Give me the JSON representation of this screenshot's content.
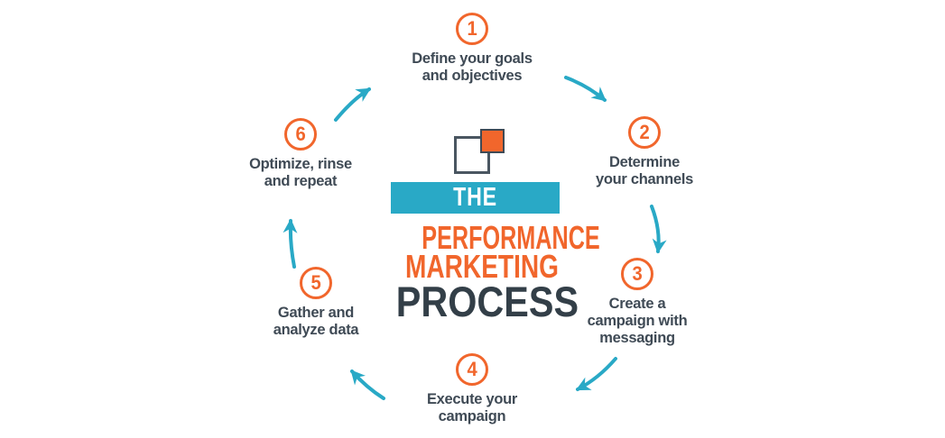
{
  "diagram": {
    "type": "cycle-diagram",
    "subject": "performance marketing process",
    "step_count": 6
  },
  "title": {
    "banner": "THE",
    "line1": "PERFORMANCE",
    "line2": "MARKETING",
    "line3": "PROCESS"
  },
  "logo": {
    "icon": "overlapping-squares-logo"
  },
  "steps": [
    {
      "number": "1",
      "label": "Define your goals\nand objectives"
    },
    {
      "number": "2",
      "label": "Determine\nyour channels"
    },
    {
      "number": "3",
      "label": "Create a\ncampaign with\nmessaging"
    },
    {
      "number": "4",
      "label": "Execute your\ncampaign"
    },
    {
      "number": "5",
      "label": "Gather and\nanalyze data"
    },
    {
      "number": "6",
      "label": "Optimize, rinse\nand repeat"
    }
  ],
  "arrows": [
    {
      "from": "1",
      "to": "2"
    },
    {
      "from": "2",
      "to": "3"
    },
    {
      "from": "3",
      "to": "4"
    },
    {
      "from": "4",
      "to": "5"
    },
    {
      "from": "5",
      "to": "6"
    },
    {
      "from": "6",
      "to": "1"
    }
  ],
  "colors": {
    "orange": "#F1662C",
    "teal": "#29A9C6",
    "dark_navy": "#333F48",
    "label_text": "#3F4A55",
    "square_border": "#4A5661",
    "background": "#FFFFFF"
  }
}
